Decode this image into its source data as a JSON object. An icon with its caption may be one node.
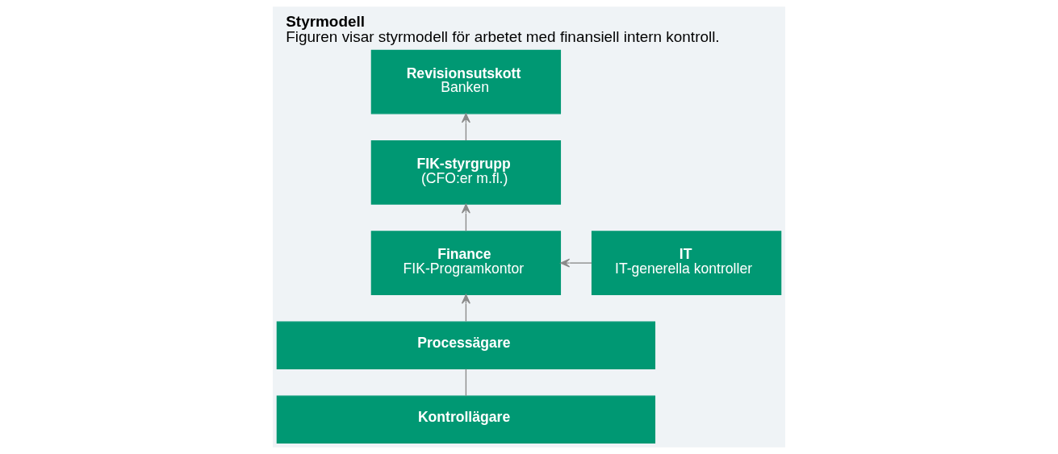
{
  "diagram": {
    "title": "Styrmodell",
    "caption": "Figuren visar styrmodell för arbetet med finansiell intern kontroll.",
    "nodes": [
      {
        "text": [
          "Revisionsutskott",
          "Banken"
        ]
      },
      {
        "text": [
          "FIK-styrgrupp",
          "(CFO:er m.fl.)"
        ]
      },
      {
        "text": [
          "IT",
          "IT-generella kontroller"
        ]
      },
      {
        "text": [
          "Finance",
          "FIK-Programkontor"
        ]
      },
      {
        "text": [
          "Processägare"
        ]
      },
      {
        "text": [
          "Kontrollägare"
        ]
      }
    ],
    "edges": [
      {
        "from": 1,
        "to": 0,
        "arrow": "to"
      },
      {
        "from": 3,
        "to": 1,
        "arrow": "to"
      },
      {
        "from": 2,
        "to": 3,
        "arrow": "to"
      },
      {
        "from": 4,
        "to": 3,
        "arrow": "to"
      },
      {
        "from": 5,
        "to": 4,
        "arrow": "none"
      }
    ]
  }
}
